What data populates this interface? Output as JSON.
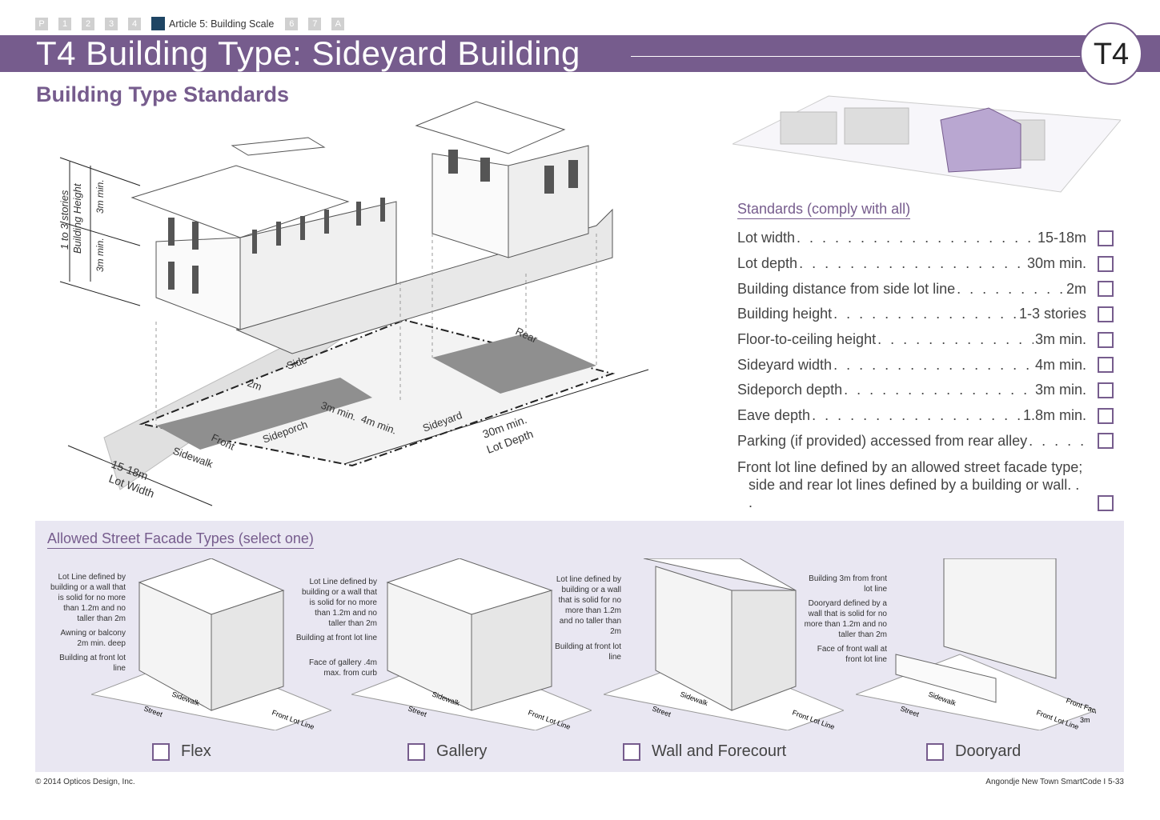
{
  "nav": {
    "items": [
      "P",
      "1",
      "2",
      "3",
      "4"
    ],
    "current_label": "Article 5: Building Scale",
    "items_after": [
      "6",
      "7",
      "A"
    ]
  },
  "header": {
    "title": "T4 Building Type: Sideyard Building",
    "badge": "T4"
  },
  "subtitle": "Building Type Standards",
  "diagram": {
    "stories": "1 to 3 stories",
    "building_height": "Building Height",
    "floor1": "3m min.",
    "floor2": "3m min.",
    "side": "Side",
    "rear": "Rear",
    "setback": "2m",
    "sideporch_depth": "3m min.",
    "sideyard_width": "4m min.",
    "sideyard": "Sideyard",
    "sideporch": "Sideporch",
    "front": "Front",
    "sidewalk": "Sidewalk",
    "lot_width_value": "15-18m",
    "lot_width": "Lot Width",
    "lot_depth_value": "30m min.",
    "lot_depth": "Lot Depth"
  },
  "standards": {
    "heading": "Standards (comply with all)",
    "items": [
      {
        "label": "Lot width",
        "value": "15-18m"
      },
      {
        "label": "Lot depth",
        "value": "30m min."
      },
      {
        "label": "Building distance from side lot line",
        "value": "2m"
      },
      {
        "label": "Building height",
        "value": "1-3 stories"
      },
      {
        "label": "Floor-to-ceiling height",
        "value": "3m min."
      },
      {
        "label": "Sideyard width",
        "value": "4m min."
      },
      {
        "label": "Sideporch depth",
        "value": "3m min."
      },
      {
        "label": "Eave depth",
        "value": "1.8m min."
      },
      {
        "label": "Parking (if provided) accessed from rear alley",
        "value": ""
      }
    ],
    "last_line1": "Front lot line defined by an allowed street facade type;",
    "last_line2": "side and rear lot lines defined by a building or wall. . ."
  },
  "facades": {
    "heading": "Allowed Street Facade Types (select one)",
    "types": [
      {
        "name": "Flex",
        "notes": [
          "Lot Line defined by building or a wall that is solid for no more than 1.2m and no taller than 2m",
          "Awning or balcony 2m min. deep",
          "Building at front lot line"
        ],
        "labels": [
          "Sidewalk",
          "Street",
          "Front Lot Line"
        ]
      },
      {
        "name": "Gallery",
        "notes": [
          "Lot Line defined by building or a wall that is solid for no more than 1.2m and no taller than 2m",
          "Building at front lot line",
          "Face of gallery .4m max. from curb"
        ],
        "labels": [
          "Sidewalk",
          "Street",
          "Front Lot Line"
        ]
      },
      {
        "name": "Wall and Forecourt",
        "notes": [
          "Lot line defined by building or a wall that is solid for no more than 1.2m and no taller than 2m",
          "Building at front lot line"
        ],
        "labels": [
          "Sidewalk",
          "Street",
          "Front Lot Line"
        ]
      },
      {
        "name": "Dooryard",
        "notes": [
          "Building 3m from front lot line",
          "Dooryard defined by a wall that is solid for no more than 1.2m and no taller than 2m",
          "Face of front wall at front lot line"
        ],
        "labels": [
          "Sidewalk",
          "Street",
          "Front Lot Line",
          "Front Facade",
          "3m"
        ]
      }
    ]
  },
  "footer": {
    "copyright": "© 2014 Opticos Design, Inc.",
    "doc": "Angondje New Town SmartCode  I  5-33"
  },
  "colors": {
    "accent": "#765c8d",
    "nav_current": "#1e4564",
    "panel": "#e9e7f2"
  }
}
